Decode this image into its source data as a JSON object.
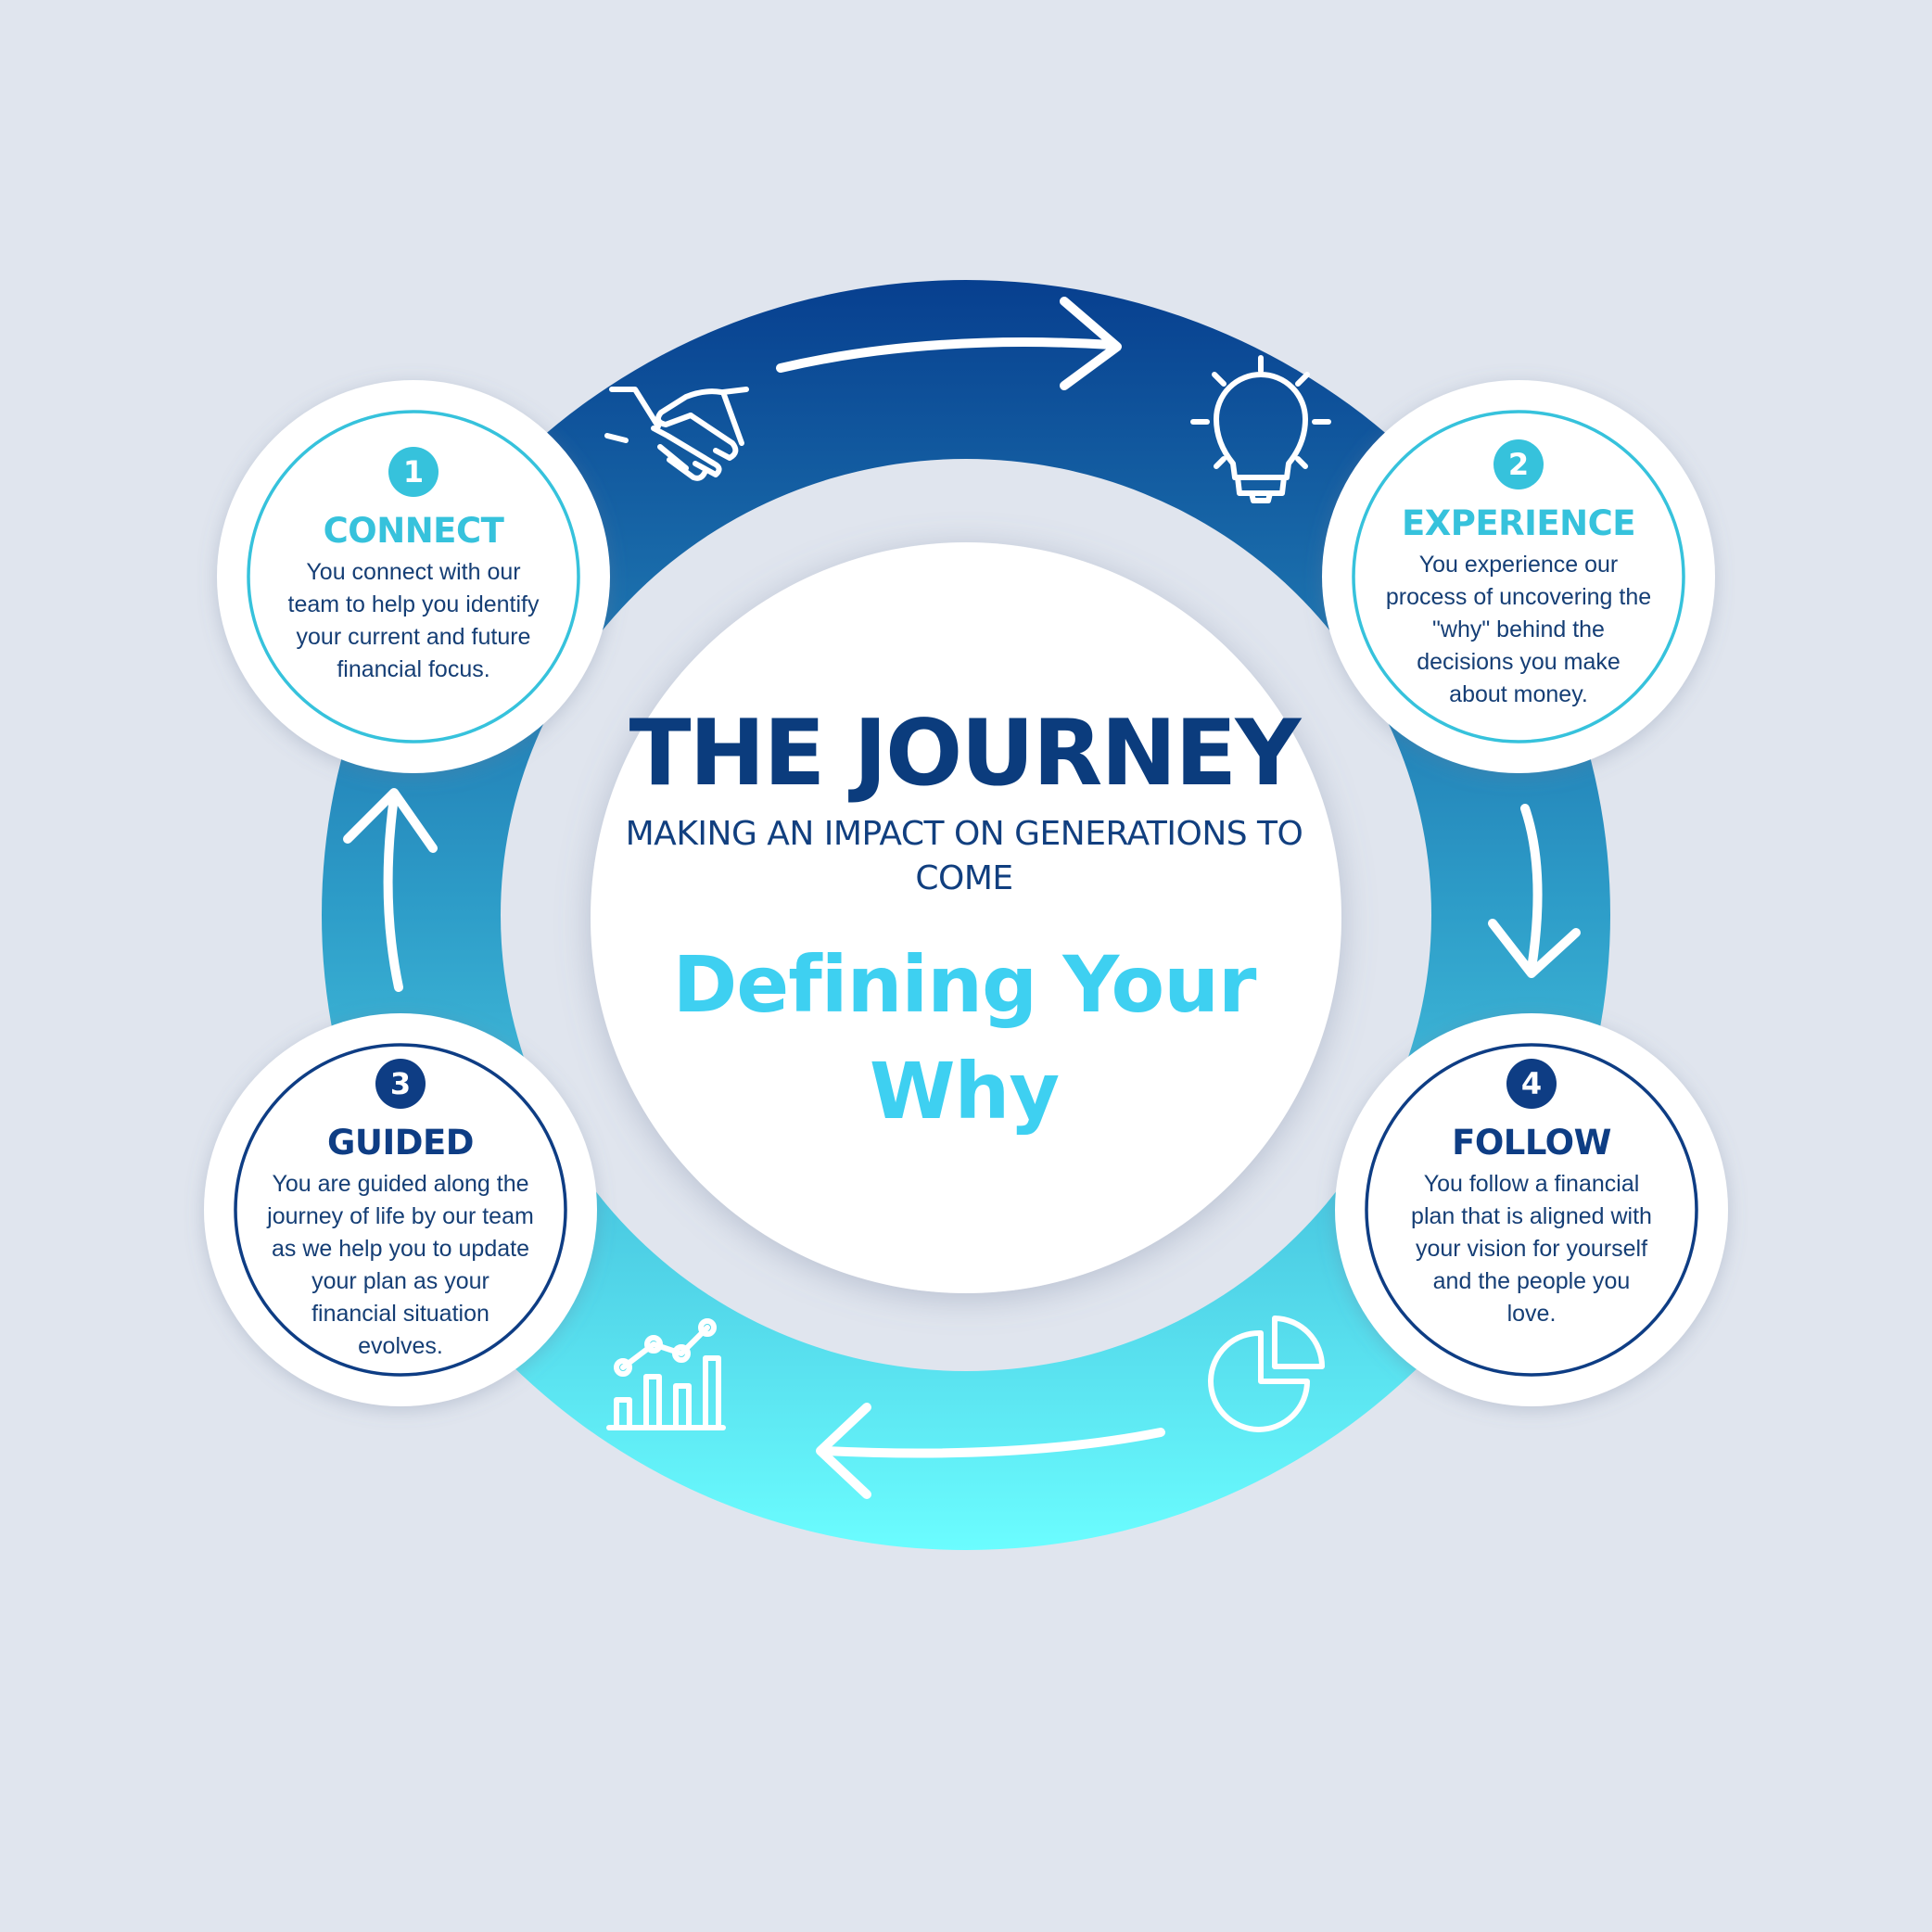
{
  "header": {
    "title": "THE JOURNEY",
    "subtitle": "MAKING AN IMPACT ON GENERATIONS TO COME",
    "why_line1": "Defining Your",
    "why_line2": "Why"
  },
  "colors": {
    "background": "#e0e5ee",
    "ring_top": "#073f8f",
    "ring_bottom": "#6bfdff",
    "accent_light": "#36c2dc",
    "accent_dark": "#0e3d84",
    "title": "#0b3c7d",
    "why": "#3ed0f1"
  },
  "steps": [
    {
      "number": "1",
      "name": "CONNECT",
      "tone": "light",
      "icon": "handshake-icon",
      "lines": [
        "You connect with our",
        "team to help you identify",
        "your current and future",
        "financial focus."
      ]
    },
    {
      "number": "2",
      "name": "EXPERIENCE",
      "tone": "light",
      "icon": "lightbulb-icon",
      "lines": [
        "You experience our",
        "process of uncovering the",
        "\"why\" behind the",
        "decisions you make",
        "about money."
      ]
    },
    {
      "number": "3",
      "name": "GUIDED",
      "tone": "dark",
      "icon": "bar-chart-icon",
      "lines": [
        "You are guided along the",
        "journey of life by our team",
        "as we help you to update",
        "your plan as your",
        "financial situation",
        "evolves."
      ]
    },
    {
      "number": "4",
      "name": "FOLLOW",
      "tone": "dark",
      "icon": "pie-chart-icon",
      "lines": [
        "You follow a financial",
        "plan that is aligned with",
        "your vision for yourself",
        "and the people you",
        "love."
      ]
    }
  ]
}
